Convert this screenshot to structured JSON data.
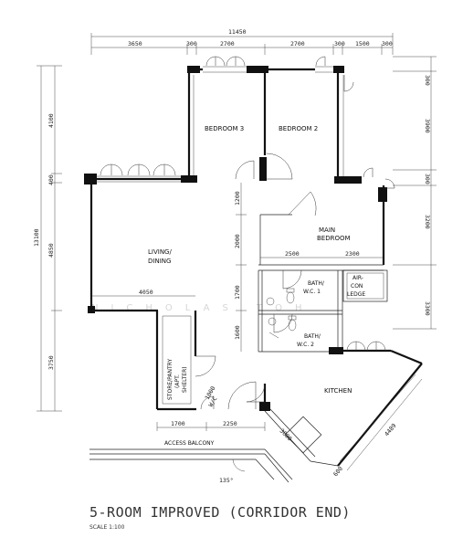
{
  "title": "5-ROOM IMPROVED (CORRIDOR END)",
  "scale": "SCALE    1:100",
  "watermark": "NICHOLAS TOH",
  "rooms": {
    "bedroom3": "BEDROOM 3",
    "bedroom2": "BEDROOM 2",
    "main_bedroom_1": "MAIN",
    "main_bedroom_2": "BEDROOM",
    "living_1": "LIVING/",
    "living_2": "DINING",
    "bath1_1": "BATH/",
    "bath1_2": "W.C. 1",
    "bath2_1": "BATH/",
    "bath2_2": "W.C. 2",
    "aircon_1": "AIR-",
    "aircon_2": "CON",
    "aircon_3": "LEDGE",
    "store_1": "STORE/PANTRY",
    "store_2": "(APT.",
    "store_3": "SHELTER)",
    "kitchen": "KITCHEN",
    "access_balcony": "ACCESS    BALCONY",
    "angle": "135°"
  },
  "dims": {
    "top_total": "11450",
    "top_1": "3650",
    "top_2": "300",
    "top_3": "2700",
    "top_4": "2700",
    "top_5": "300",
    "top_6": "1500",
    "top_7": "300",
    "left_total": "13100",
    "left_1": "4100",
    "left_2": "400",
    "left_3": "4850",
    "left_4": "3750",
    "right_1": "300",
    "right_2": "3900",
    "right_3": "300",
    "right_4": "3200",
    "right_5": "3300",
    "inner_1200": "1200",
    "inner_2000": "2000",
    "inner_1700": "1700",
    "inner_1600": "1600",
    "inner_2500": "2500",
    "inner_2300": "2300",
    "inner_4050": "4050",
    "bottom_1700": "1700",
    "bottom_2250": "2250",
    "kitchen_3000": "3000",
    "kitchen_4489": "4489",
    "kitchen_600": "600",
    "door_1000": "1000",
    "door_wc": "W/C"
  }
}
